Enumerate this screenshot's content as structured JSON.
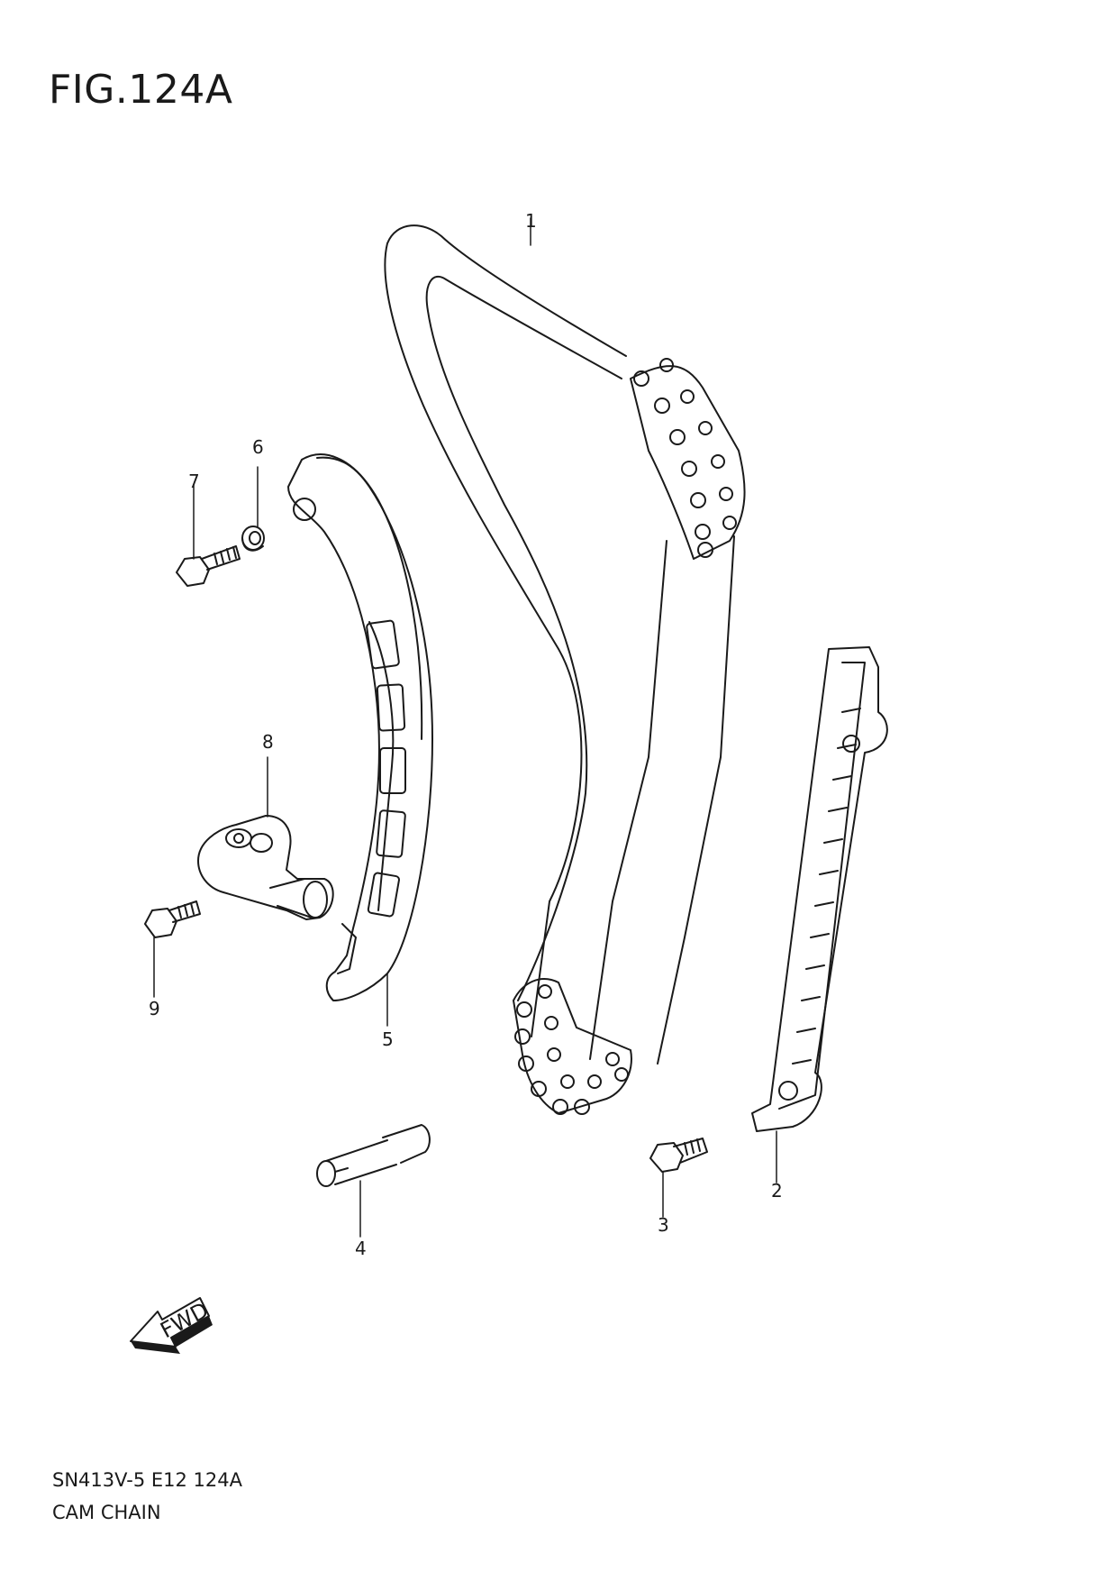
{
  "figure": {
    "title": "FIG.124A"
  },
  "footer": {
    "code": "SN413V-5 E12 124A",
    "name": "CAM CHAIN"
  },
  "callouts": [
    {
      "id": "1",
      "part": "cam-chain"
    },
    {
      "id": "2",
      "part": "chain-guide"
    },
    {
      "id": "3",
      "part": "guide-bolt"
    },
    {
      "id": "4",
      "part": "pin"
    },
    {
      "id": "5",
      "part": "tensioner-guide"
    },
    {
      "id": "6",
      "part": "washer"
    },
    {
      "id": "7",
      "part": "pivot-bolt"
    },
    {
      "id": "8",
      "part": "tensioner-adjuster"
    },
    {
      "id": "9",
      "part": "adjuster-bolt"
    }
  ],
  "direction_marker": {
    "label": "FWD",
    "icon": "forward-arrow-icon"
  },
  "colors": {
    "ink": "#1a1a1a",
    "background": "#ffffff"
  }
}
